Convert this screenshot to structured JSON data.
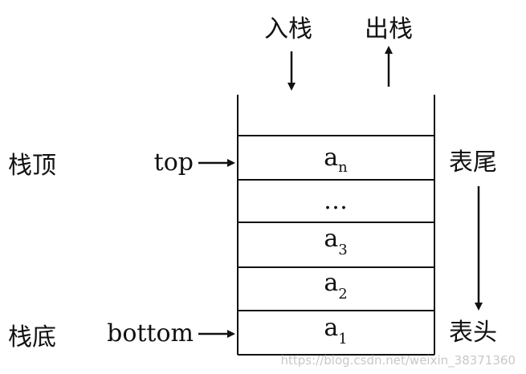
{
  "top_labels": {
    "push": "入栈",
    "pop": "出栈"
  },
  "side_labels": {
    "stack_top": "栈顶",
    "stack_bottom": "栈底",
    "top_pointer": "top",
    "bottom_pointer": "bottom",
    "tail": "表尾",
    "head": "表头"
  },
  "cells": [
    {
      "base": "a",
      "sub": "n"
    },
    {
      "base": "…",
      "sub": ""
    },
    {
      "base": "a",
      "sub": "3"
    },
    {
      "base": "a",
      "sub": "2"
    },
    {
      "base": "a",
      "sub": "1"
    }
  ],
  "watermark": "https://blog.csdn.net/weixin_38371360"
}
